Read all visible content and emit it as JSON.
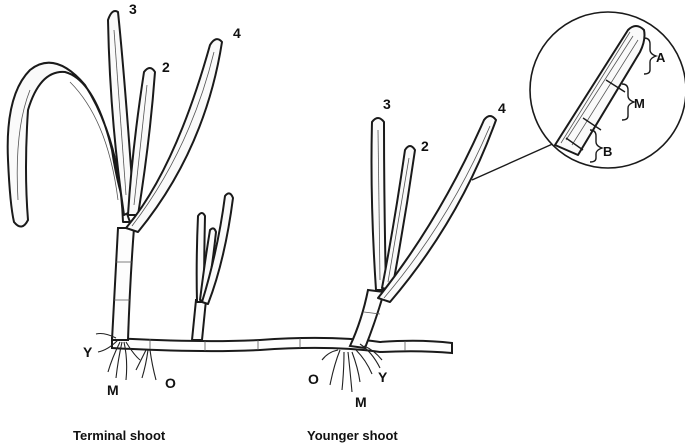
{
  "labels": {
    "terminal": {
      "leaf3": "3",
      "leaf2": "2",
      "leaf4": "4",
      "y": "Y",
      "m": "M",
      "o": "O"
    },
    "younger": {
      "leaf3": "3",
      "leaf2": "2",
      "leaf4": "4",
      "o": "O",
      "m": "M",
      "y": "Y"
    },
    "inset": {
      "a": "A",
      "m": "M",
      "b": "B"
    }
  },
  "captions": {
    "terminal": "Terminal shoot",
    "younger": "Younger shoot"
  }
}
